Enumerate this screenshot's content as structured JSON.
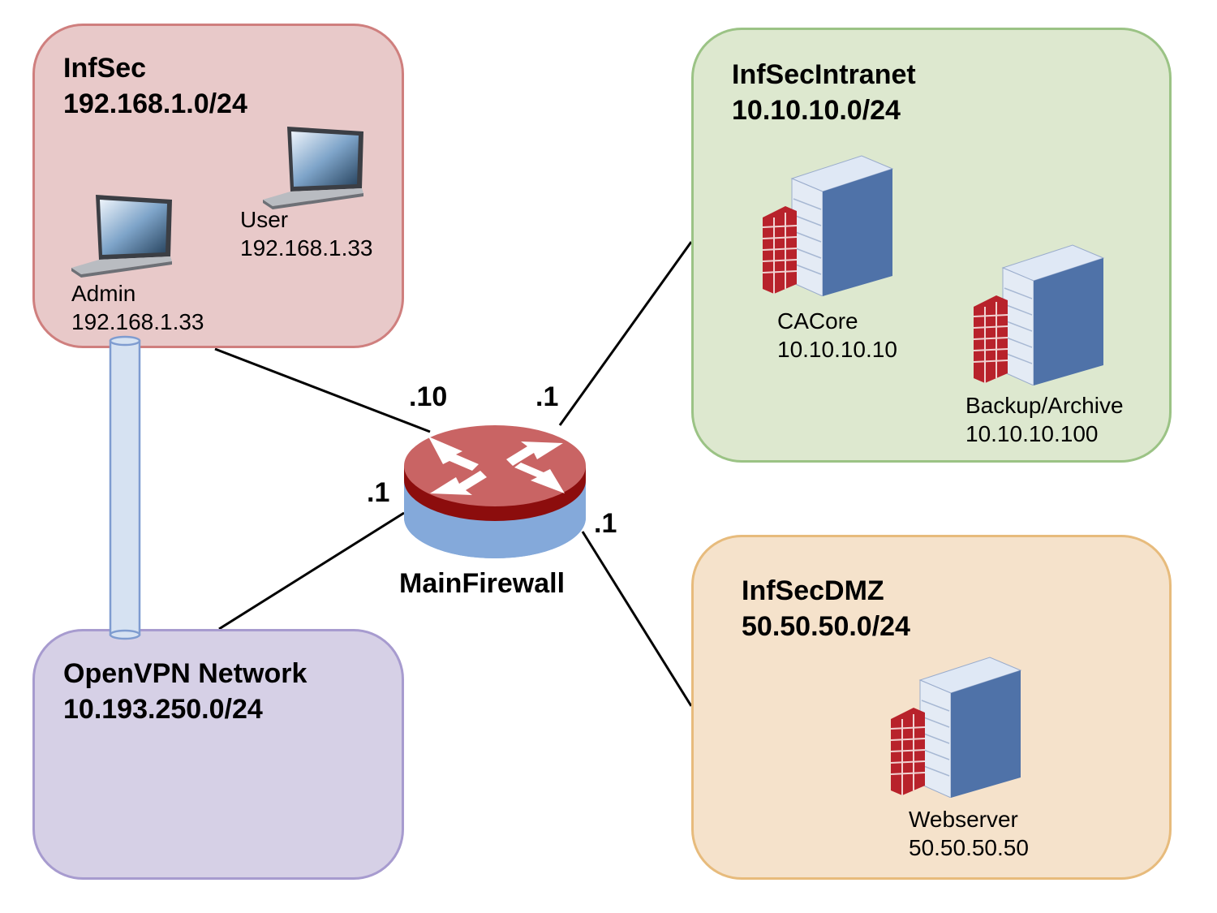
{
  "networks": {
    "infsec": {
      "name": "InfSec",
      "cidr": "192.168.1.0/24",
      "fill": "#e8c9c9",
      "stroke": "#cf7f7e"
    },
    "intranet": {
      "name": "InfSecIntranet",
      "cidr": "10.10.10.0/24",
      "fill": "#dde8cf",
      "stroke": "#9bc385"
    },
    "dmz": {
      "name": "InfSecDMZ",
      "cidr": "50.50.50.0/24",
      "fill": "#f5e2cb",
      "stroke": "#e7bb7c"
    },
    "openvpn": {
      "name": "OpenVPN Network",
      "cidr": "10.193.250.0/24",
      "fill": "#d6d0e6",
      "stroke": "#a79bcf"
    }
  },
  "hosts": {
    "admin": {
      "name": "Admin",
      "ip": "192.168.1.33",
      "icon": "laptop-icon"
    },
    "user": {
      "name": "User",
      "ip": "192.168.1.33",
      "icon": "laptop-icon"
    },
    "cacore": {
      "name": "CACore",
      "ip": "10.10.10.10",
      "icon": "firewall-server-icon"
    },
    "backup": {
      "name": "Backup/Archive",
      "ip": "10.10.10.100",
      "icon": "firewall-server-icon"
    },
    "webserver": {
      "name": "Webserver",
      "ip": "50.50.50.50",
      "icon": "firewall-server-icon"
    }
  },
  "router": {
    "name": "MainFirewall",
    "icon": "router-icon",
    "ports": {
      "infsec": ".10",
      "intranet": ".1",
      "openvpn": ".1",
      "dmz": ".1"
    }
  },
  "colors": {
    "router_top": "#c96464",
    "router_band": "#8c0d0d",
    "router_base": "#84a9da",
    "tunnel": "#d6e2f2",
    "server_front": "#4f72a8",
    "brick": "#b8222b"
  }
}
